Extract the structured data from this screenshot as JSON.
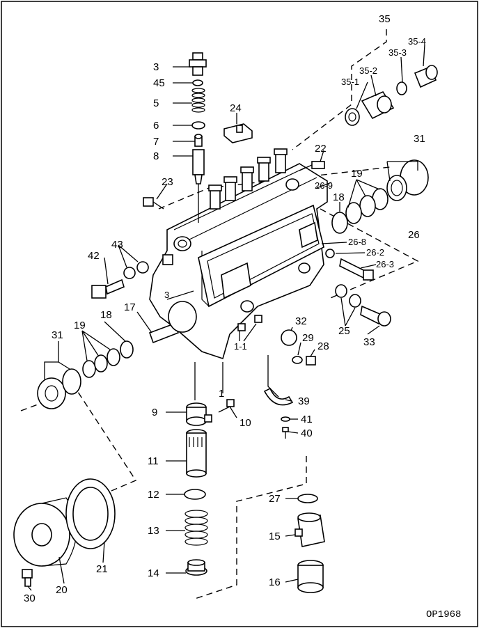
{
  "diagram": {
    "drawing_code": "OP1968",
    "callouts": [
      {
        "id": "c35",
        "text": "35"
      },
      {
        "id": "c35_4",
        "text": "35-4"
      },
      {
        "id": "c35_3",
        "text": "35-3"
      },
      {
        "id": "c35_2",
        "text": "35-2"
      },
      {
        "id": "c35_1",
        "text": "35-1"
      },
      {
        "id": "c3",
        "text": "3"
      },
      {
        "id": "c45",
        "text": "45"
      },
      {
        "id": "c5",
        "text": "5"
      },
      {
        "id": "c6",
        "text": "6"
      },
      {
        "id": "c7",
        "text": "7"
      },
      {
        "id": "c8",
        "text": "8"
      },
      {
        "id": "c24",
        "text": "24"
      },
      {
        "id": "c22",
        "text": "22"
      },
      {
        "id": "c31a",
        "text": "31"
      },
      {
        "id": "c19a",
        "text": "19"
      },
      {
        "id": "c18a",
        "text": "18"
      },
      {
        "id": "c26_9",
        "text": "26-9"
      },
      {
        "id": "c23",
        "text": "23"
      },
      {
        "id": "c26",
        "text": "26"
      },
      {
        "id": "c26_8",
        "text": "26-8"
      },
      {
        "id": "c26_2",
        "text": "26-2"
      },
      {
        "id": "c26_3",
        "text": "26-3"
      },
      {
        "id": "c42",
        "text": "42"
      },
      {
        "id": "c43",
        "text": "43"
      },
      {
        "id": "c17",
        "text": "17"
      },
      {
        "id": "c18b",
        "text": "18"
      },
      {
        "id": "c19b",
        "text": "19"
      },
      {
        "id": "c31b",
        "text": "31"
      },
      {
        "id": "c25",
        "text": "25"
      },
      {
        "id": "c33",
        "text": "33"
      },
      {
        "id": "c32",
        "text": "32"
      },
      {
        "id": "c29",
        "text": "29"
      },
      {
        "id": "c28",
        "text": "28"
      },
      {
        "id": "c1_1",
        "text": "1-1"
      },
      {
        "id": "c1",
        "text": "1"
      },
      {
        "id": "c39",
        "text": "39"
      },
      {
        "id": "c9",
        "text": "9"
      },
      {
        "id": "c10",
        "text": "10"
      },
      {
        "id": "c41",
        "text": "41"
      },
      {
        "id": "c40",
        "text": "40"
      },
      {
        "id": "c11",
        "text": "11"
      },
      {
        "id": "c12",
        "text": "12"
      },
      {
        "id": "c27",
        "text": "27"
      },
      {
        "id": "c13",
        "text": "13"
      },
      {
        "id": "c15",
        "text": "15"
      },
      {
        "id": "c14",
        "text": "14"
      },
      {
        "id": "c16",
        "text": "16"
      },
      {
        "id": "c21",
        "text": "21"
      },
      {
        "id": "c20",
        "text": "20"
      },
      {
        "id": "c30",
        "text": "30"
      },
      {
        "id": "c3b",
        "text": "3"
      }
    ]
  }
}
